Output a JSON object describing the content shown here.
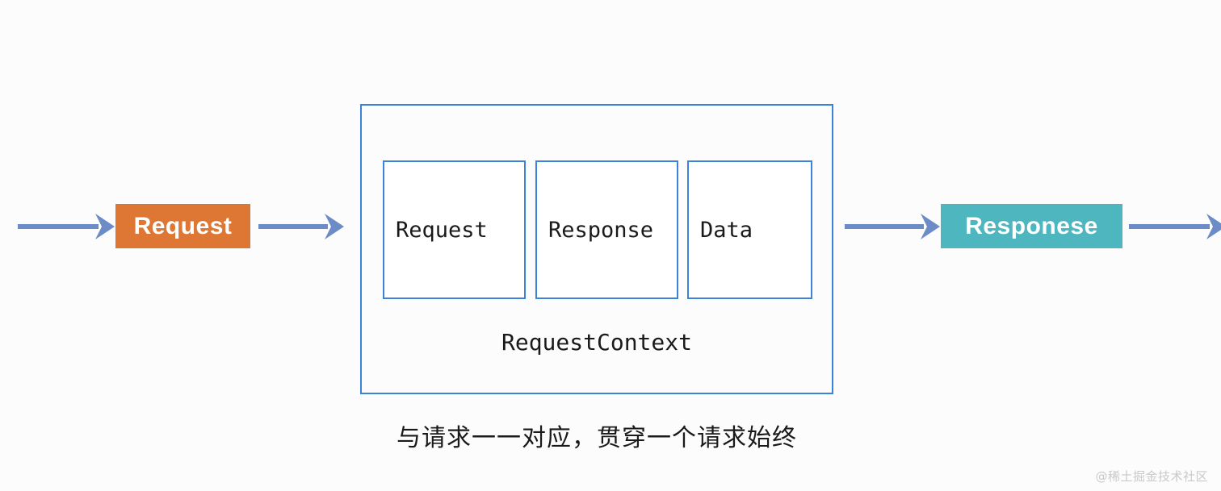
{
  "diagram": {
    "title": "RequestContext request lifecycle diagram",
    "background_color": "#FCFCFC"
  },
  "endpoints": {
    "request": {
      "label": "Request",
      "color": "#DD7733",
      "text_color": "#FFFFFF"
    },
    "response": {
      "label": "Responese",
      "color": "#4DB6BE",
      "text_color": "#FFFFFF"
    }
  },
  "context": {
    "border_color": "#3B82D9",
    "label": "RequestContext",
    "inner_boxes": [
      {
        "label": "Request"
      },
      {
        "label": "Response"
      },
      {
        "label": "Data"
      }
    ]
  },
  "caption": {
    "text": "与请求一一对应，贯穿一个请求始终"
  },
  "arrows": {
    "color": "#6B8CC7",
    "items": [
      {
        "name": "incoming-request-arrow"
      },
      {
        "name": "request-to-context-arrow"
      },
      {
        "name": "context-to-response-arrow"
      },
      {
        "name": "outgoing-response-arrow"
      }
    ]
  },
  "watermark": {
    "text": "@稀土掘金技术社区",
    "color": "#C9C9C9"
  }
}
